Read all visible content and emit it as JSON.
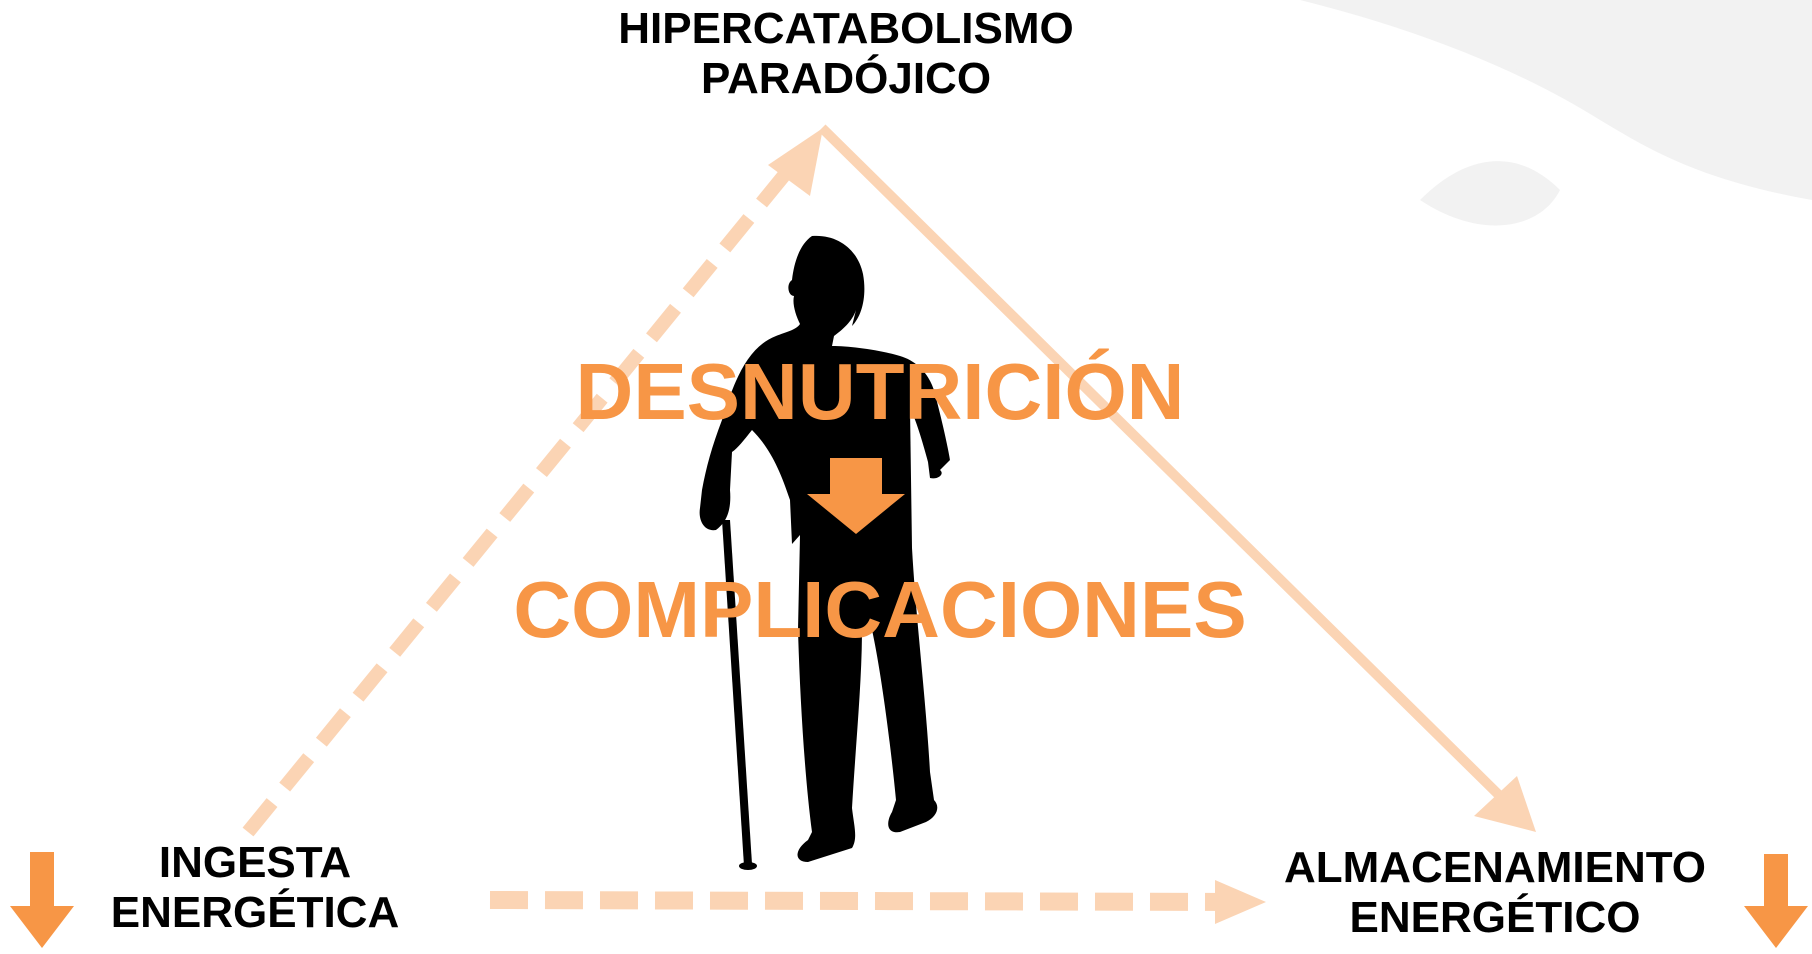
{
  "diagram": {
    "top_label": [
      "HIPERCATABOLISMO",
      "PARADÓJICO"
    ],
    "left_label": [
      "INGESTA",
      "ENERGÉTICA"
    ],
    "right_label": [
      "ALMACENAMIENTO",
      "ENERGÉTICO"
    ],
    "center_top": "DESNUTRICIÓN",
    "center_bottom": "COMPLICACIONES"
  },
  "colors": {
    "accent": "#f79646",
    "arrow_light": "#fbd4b4",
    "text": "#000000",
    "silhouette": "#000000",
    "watermark": "#f2f2f2"
  },
  "icons": {
    "figure": "elderly-person-with-cane-icon",
    "center_arrow": "arrow-down-icon",
    "side_arrows": "arrow-down-icon"
  }
}
